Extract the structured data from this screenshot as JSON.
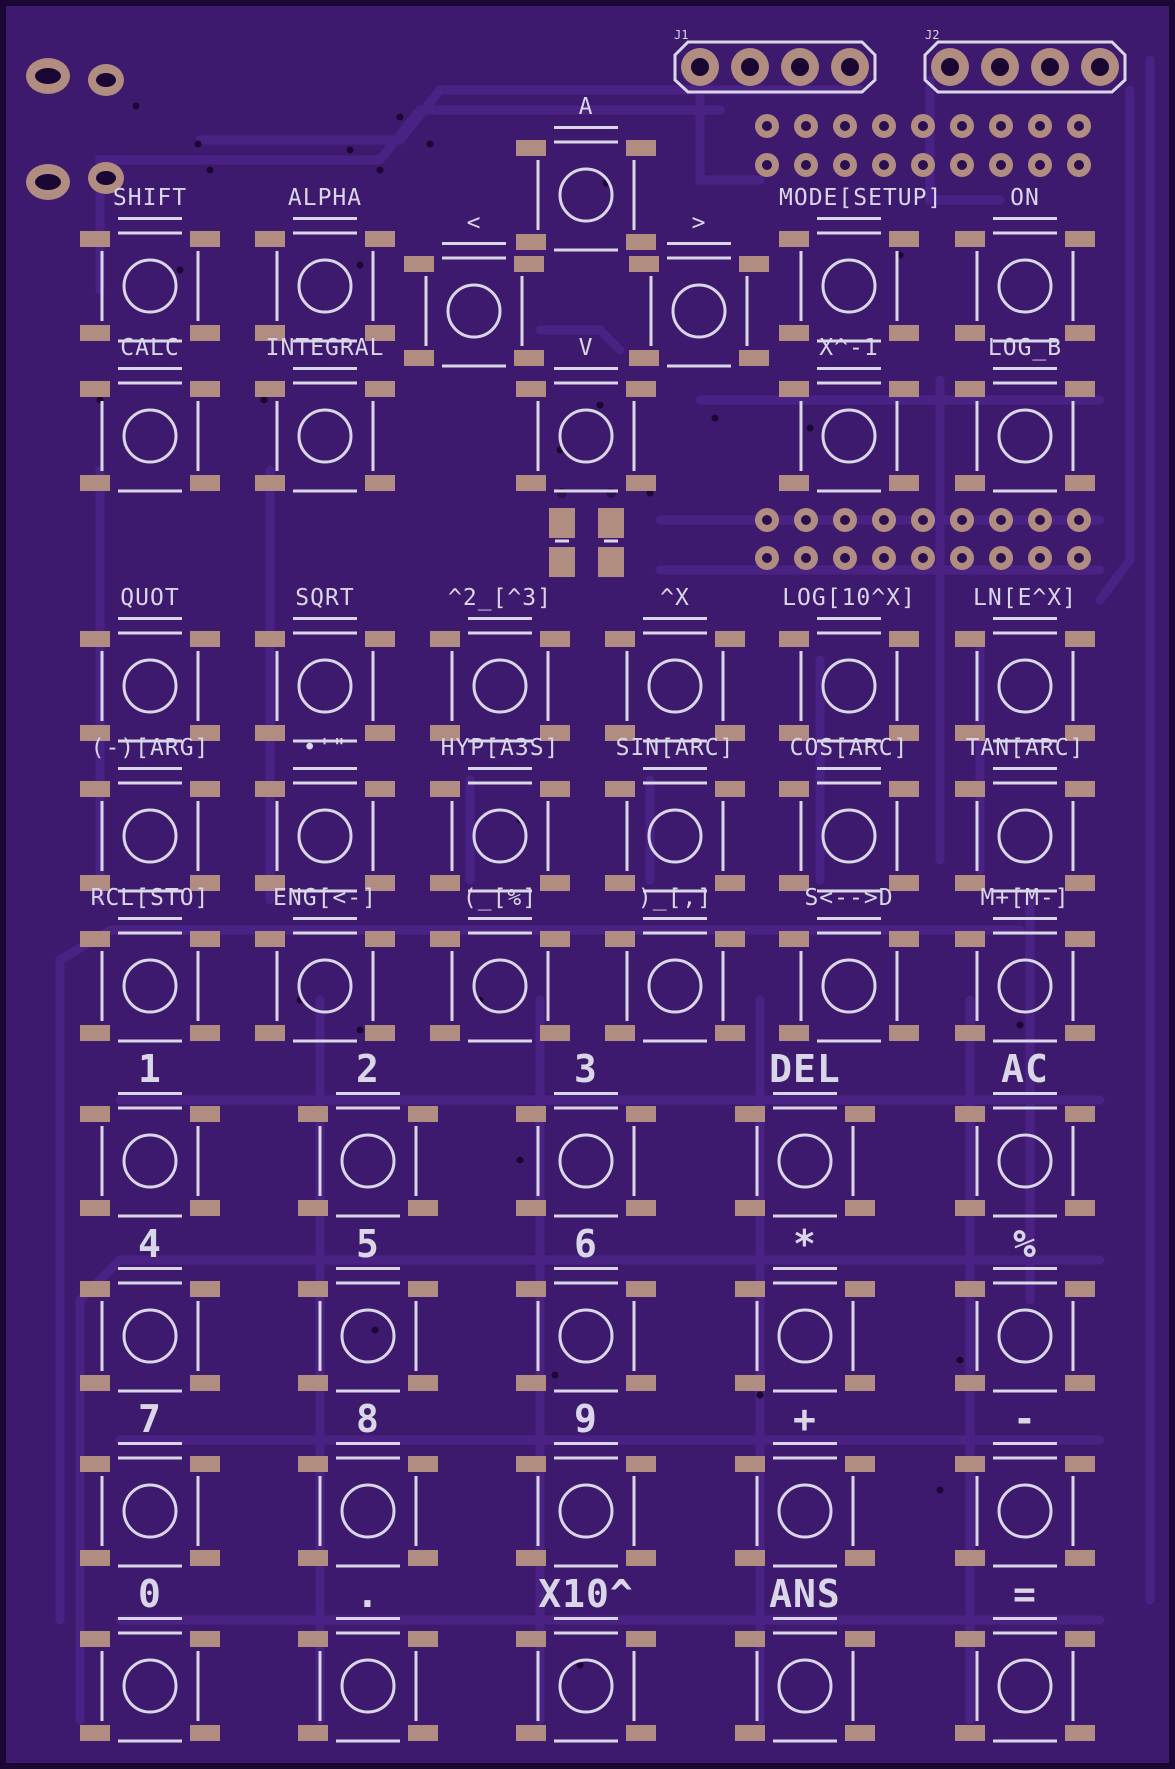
{
  "board": {
    "colors": {
      "substrate": "#3e1a6e",
      "copper_trace": "#4a2386",
      "silkscreen": "#d9d6e8",
      "pad": "#b08d80",
      "hole": "#2a1050",
      "edge": "#1b0733"
    },
    "connectors": {
      "j1": "J1",
      "j2": "J2"
    }
  },
  "keys": {
    "a": "A",
    "left": "<",
    "right": ">",
    "v": "V",
    "shift": "SHIFT",
    "alpha": "ALPHA",
    "mode": "MODE[SETUP]",
    "on": "ON",
    "calc": "CALC",
    "integral": "INTEGRAL",
    "inverse": "X^-1",
    "logb": "LOG_B",
    "quot": "QUOT",
    "sqrt": "SQRT",
    "square": "^2_[^3]",
    "power": "^X",
    "log": "LOG[10^X]",
    "ln": "LN[E^X]",
    "neg": "(-)[ARG]",
    "deg": "•'\"",
    "hyp": "HYP[A3S]",
    "sin": "SIN[ARC]",
    "cos": "COS[ARC]",
    "tan": "TAN[ARC]",
    "rcl": "RCL[STO]",
    "eng": "ENG[<-]",
    "lparen": "(_[%]",
    "rparen": ")_[,]",
    "sd": "S<-->D",
    "mplus": "M+[M-]",
    "n1": "1",
    "n2": "2",
    "n3": "3",
    "del": "DEL",
    "ac": "AC",
    "n4": "4",
    "n5": "5",
    "n6": "6",
    "mul": "*",
    "mod": "%",
    "n7": "7",
    "n8": "8",
    "n9": "9",
    "plus": "+",
    "minus": "-",
    "n0": "0",
    "dot": ".",
    "exp": "X10^",
    "ans": "ANS",
    "eq": "="
  }
}
